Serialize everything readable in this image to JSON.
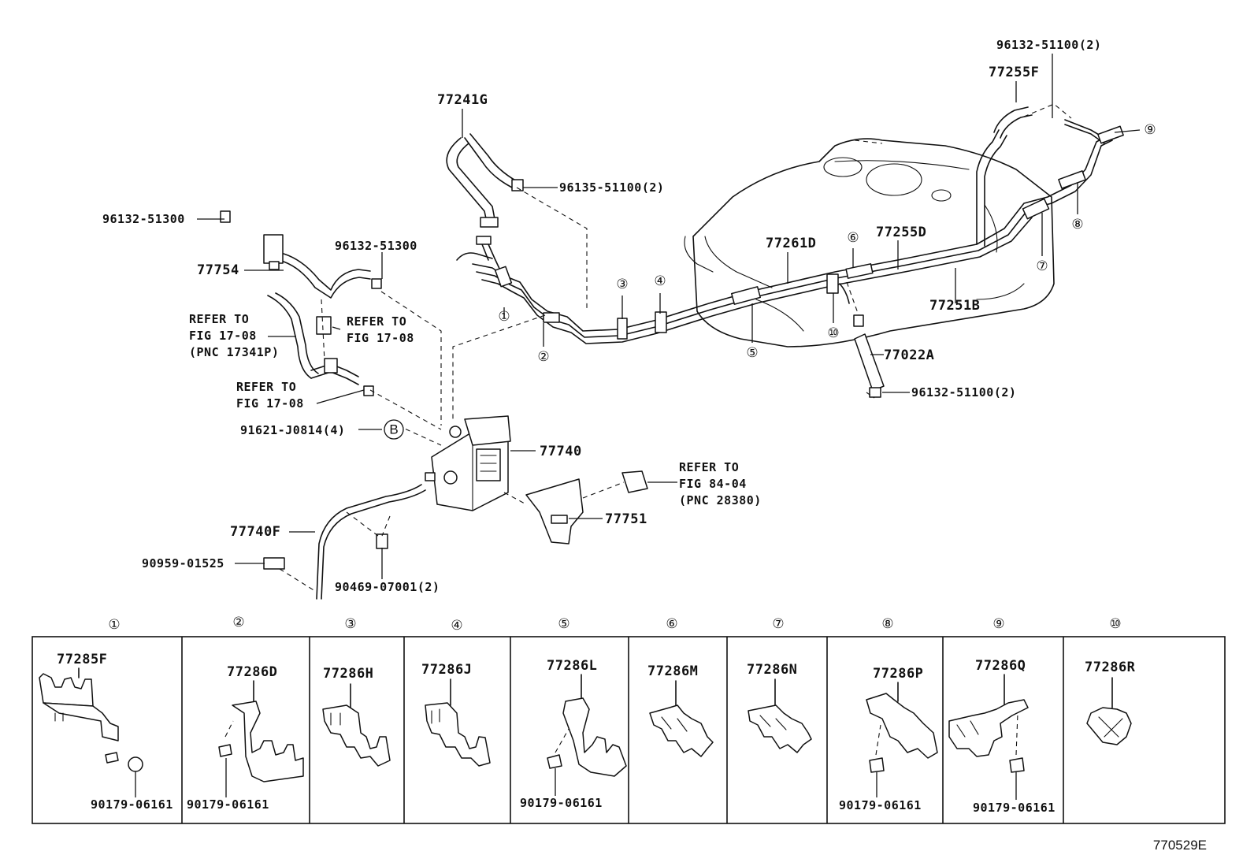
{
  "labels": {
    "p77241G": "77241G",
    "p96135_51100": "96135-51100(2)",
    "p96132_51300_a": "96132-51300",
    "p96132_51300_b": "96132-51300",
    "p77754": "77754",
    "refer1_line1": "REFER TO",
    "refer1_line2": "FIG 17-08",
    "refer1_line3": "(PNC 17341P)",
    "refer2_line1": "REFER TO",
    "refer2_line2": "FIG 17-08",
    "refer3_line1": "REFER TO",
    "refer3_line2": "FIG 17-08",
    "p91621_J0814": "91621-J0814(4)",
    "markerB": "B",
    "p77740": "77740",
    "p77740F": "77740F",
    "p90959_01525": "90959-01525",
    "p90469_07001": "90469-07001(2)",
    "p77751": "77751",
    "refer4_line1": "REFER TO",
    "refer4_line2": "FIG 84-04",
    "refer4_line3": "(PNC 28380)",
    "p77261D": "77261D",
    "p77255D": "77255D",
    "p77251B": "77251B",
    "p77022A": "77022A",
    "p96132_51100_bottom": "96132-51100(2)",
    "p96132_51100_top": "96132-51100(2)",
    "p77255F": "77255F"
  },
  "callouts": [
    "①",
    "②",
    "③",
    "④",
    "⑤",
    "⑥",
    "⑦",
    "⑧",
    "⑨",
    "⑩"
  ],
  "panels": [
    {
      "callout": "①",
      "part": "77285F",
      "bolt": "90179-06161"
    },
    {
      "callout": "②",
      "part": "77286D",
      "bolt": "90179-06161"
    },
    {
      "callout": "③",
      "part": "77286H",
      "bolt": ""
    },
    {
      "callout": "④",
      "part": "77286J",
      "bolt": ""
    },
    {
      "callout": "⑤",
      "part": "77286L",
      "bolt": "90179-06161"
    },
    {
      "callout": "⑥",
      "part": "77286M",
      "bolt": ""
    },
    {
      "callout": "⑦",
      "part": "77286N",
      "bolt": ""
    },
    {
      "callout": "⑧",
      "part": "77286P",
      "bolt": "90179-06161"
    },
    {
      "callout": "⑨",
      "part": "77286Q",
      "bolt": "90179-06161"
    },
    {
      "callout": "⑩",
      "part": "77286R",
      "bolt": ""
    }
  ],
  "figure_id": "770529E"
}
